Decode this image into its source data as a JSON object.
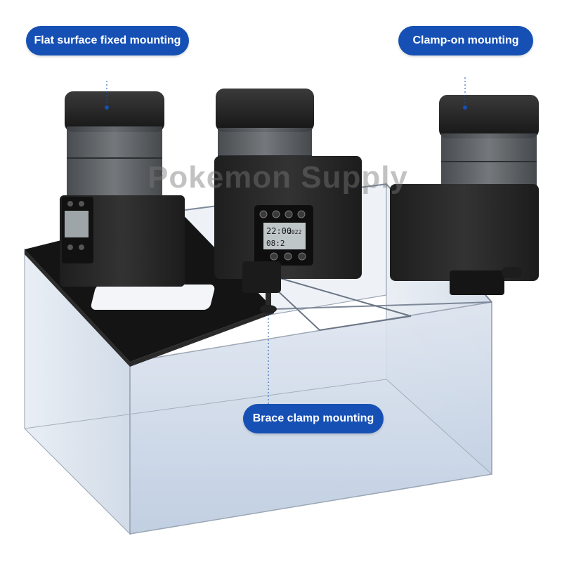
{
  "labels": {
    "flat_surface": "Flat surface fixed mounting",
    "clamp_on": "Clamp-on mounting",
    "brace_clamp": "Brace clamp mounting"
  },
  "watermark": "Pokemon Supply",
  "lcd": {
    "time": "22:00",
    "date": "2022",
    "temp": "08:2"
  },
  "colors": {
    "label_bg": "#1650b4",
    "label_text": "#ffffff",
    "feeder_body": "#2b2b2b",
    "hopper": "#5a5e62",
    "glass": "#c9d7e8",
    "lid": "#1c1c1c"
  }
}
